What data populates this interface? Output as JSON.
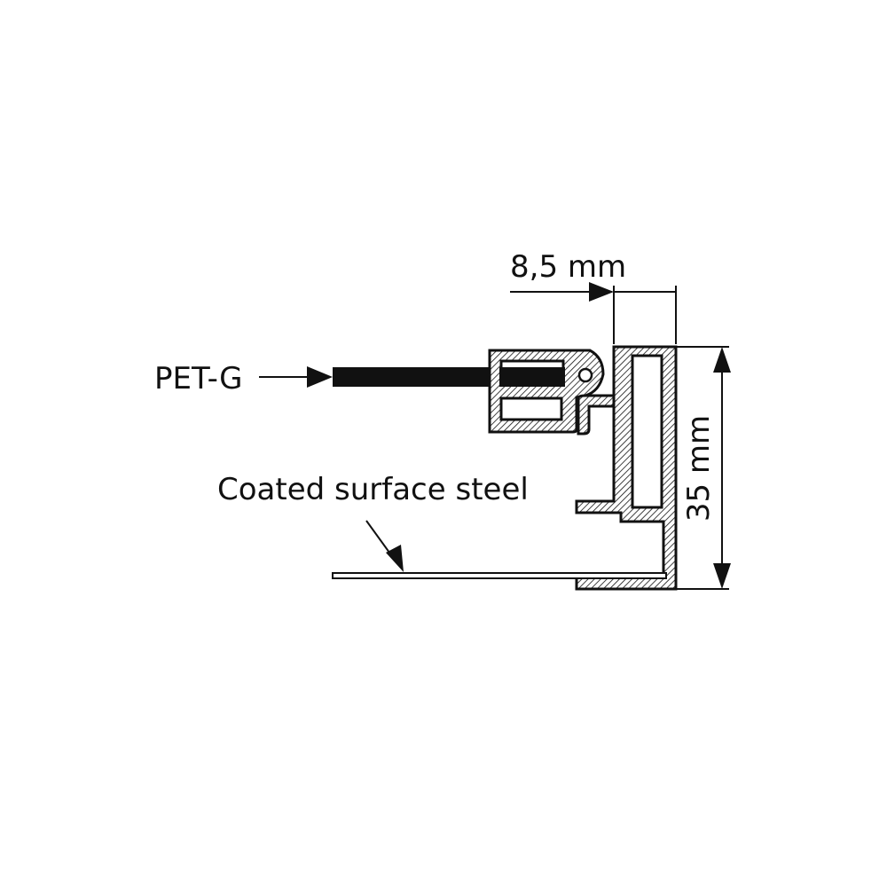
{
  "labels": {
    "dimension_width": "8,5 mm",
    "dimension_height": "35 mm",
    "pet_g": "PET-G",
    "coated_steel": "Coated surface steel"
  },
  "colors": {
    "ink": "#111111",
    "background": "#ffffff"
  }
}
